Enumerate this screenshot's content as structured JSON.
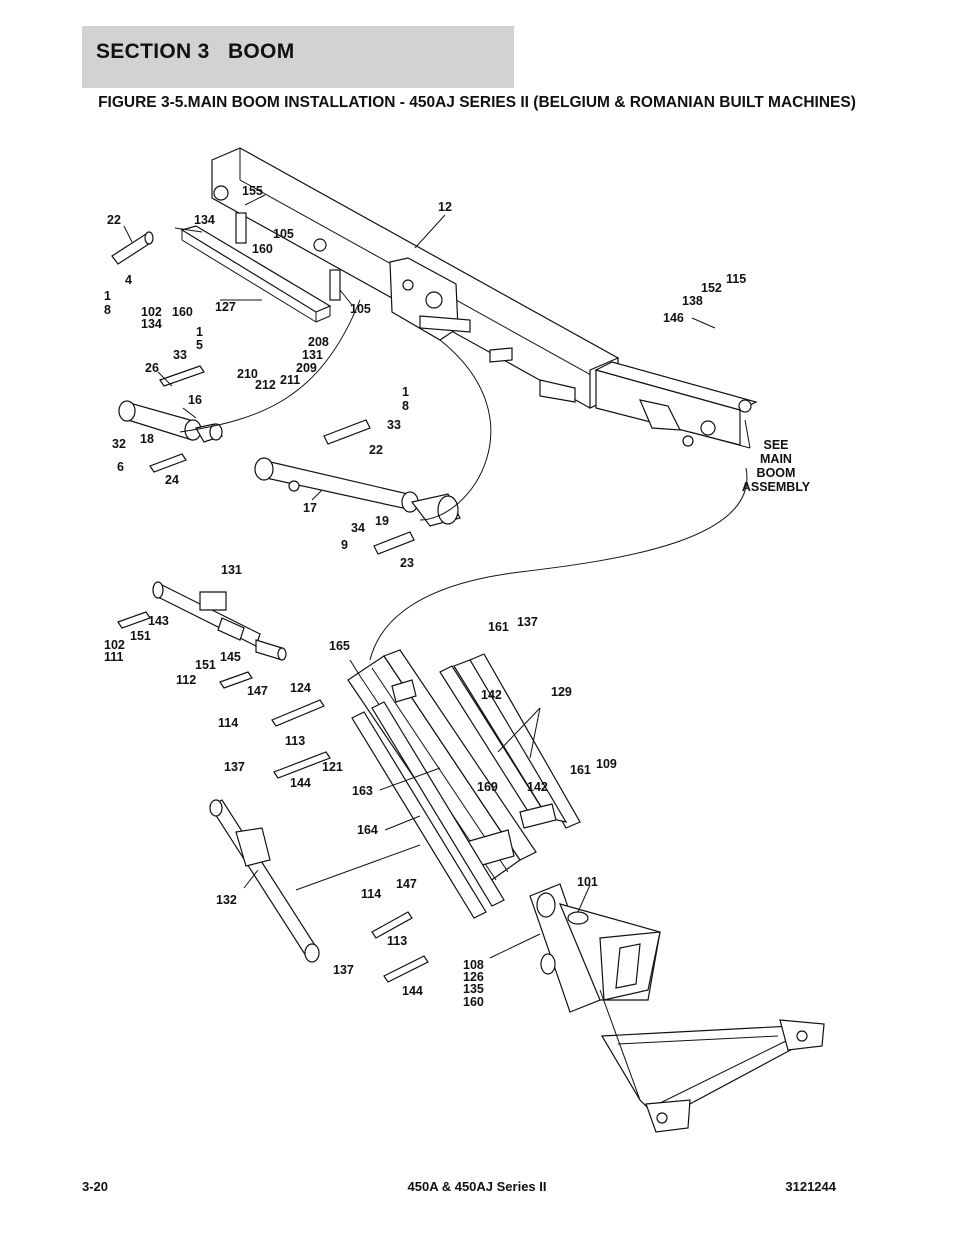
{
  "header": {
    "section_title": "SECTION 3   BOOM",
    "figure_title": "FIGURE 3-5.MAIN BOOM INSTALLATION - 450AJ SERIES II (BELGIUM & ROMANIAN BUILT MACHINES)"
  },
  "callouts": [
    {
      "id": "c12",
      "text": "12"
    },
    {
      "id": "c155",
      "text": "155"
    },
    {
      "id": "c22a",
      "text": "22"
    },
    {
      "id": "c134a",
      "text": "134"
    },
    {
      "id": "c105a",
      "text": "105"
    },
    {
      "id": "c160a",
      "text": "160"
    },
    {
      "id": "c4",
      "text": "4"
    },
    {
      "id": "c1a",
      "text": "1"
    },
    {
      "id": "c8a",
      "text": "8"
    },
    {
      "id": "c102a",
      "text": "102"
    },
    {
      "id": "c134b",
      "text": "134"
    },
    {
      "id": "c160b",
      "text": "160"
    },
    {
      "id": "c127",
      "text": "127"
    },
    {
      "id": "c105b",
      "text": "105"
    },
    {
      "id": "c1b",
      "text": "1"
    },
    {
      "id": "c5",
      "text": "5"
    },
    {
      "id": "c33a",
      "text": "33"
    },
    {
      "id": "c208",
      "text": "208"
    },
    {
      "id": "c131a",
      "text": "131"
    },
    {
      "id": "c209",
      "text": "209"
    },
    {
      "id": "c26",
      "text": "26"
    },
    {
      "id": "c210",
      "text": "210"
    },
    {
      "id": "c212",
      "text": "212"
    },
    {
      "id": "c211",
      "text": "211"
    },
    {
      "id": "c115",
      "text": "115"
    },
    {
      "id": "c152",
      "text": "152"
    },
    {
      "id": "c138",
      "text": "138"
    },
    {
      "id": "c146",
      "text": "146"
    },
    {
      "id": "c16",
      "text": "16"
    },
    {
      "id": "c1c",
      "text": "1"
    },
    {
      "id": "c8b",
      "text": "8"
    },
    {
      "id": "c33b",
      "text": "33"
    },
    {
      "id": "c32",
      "text": "32"
    },
    {
      "id": "c18",
      "text": "18"
    },
    {
      "id": "c22b",
      "text": "22"
    },
    {
      "id": "c6",
      "text": "6"
    },
    {
      "id": "c24",
      "text": "24"
    },
    {
      "id": "c17",
      "text": "17"
    },
    {
      "id": "c34",
      "text": "34"
    },
    {
      "id": "c19",
      "text": "19"
    },
    {
      "id": "c9",
      "text": "9"
    },
    {
      "id": "c23",
      "text": "23"
    },
    {
      "id": "c131b",
      "text": "131"
    },
    {
      "id": "c143",
      "text": "143"
    },
    {
      "id": "c151a",
      "text": "151"
    },
    {
      "id": "c102b",
      "text": "102"
    },
    {
      "id": "c111",
      "text": "111"
    },
    {
      "id": "c165",
      "text": "165"
    },
    {
      "id": "c161a",
      "text": "161"
    },
    {
      "id": "c137a",
      "text": "137"
    },
    {
      "id": "c151b",
      "text": "151"
    },
    {
      "id": "c145",
      "text": "145"
    },
    {
      "id": "c112",
      "text": "112"
    },
    {
      "id": "c147a",
      "text": "147"
    },
    {
      "id": "c124",
      "text": "124"
    },
    {
      "id": "c142a",
      "text": "142"
    },
    {
      "id": "c129",
      "text": "129"
    },
    {
      "id": "c114a",
      "text": "114"
    },
    {
      "id": "c113a",
      "text": "113"
    },
    {
      "id": "c137b",
      "text": "137"
    },
    {
      "id": "c121",
      "text": "121"
    },
    {
      "id": "c144a",
      "text": "144"
    },
    {
      "id": "c161b",
      "text": "161"
    },
    {
      "id": "c109",
      "text": "109"
    },
    {
      "id": "c163",
      "text": "163"
    },
    {
      "id": "c169",
      "text": "169"
    },
    {
      "id": "c142b",
      "text": "142"
    },
    {
      "id": "c164",
      "text": "164"
    },
    {
      "id": "c101",
      "text": "101"
    },
    {
      "id": "c147b",
      "text": "147"
    },
    {
      "id": "c114b",
      "text": "114"
    },
    {
      "id": "c132",
      "text": "132"
    },
    {
      "id": "c113b",
      "text": "113"
    },
    {
      "id": "c137c",
      "text": "137"
    },
    {
      "id": "c144b",
      "text": "144"
    },
    {
      "id": "c108",
      "text": "108"
    },
    {
      "id": "c126",
      "text": "126"
    },
    {
      "id": "c135",
      "text": "135"
    },
    {
      "id": "c160c",
      "text": "160"
    }
  ],
  "note": {
    "lines": [
      "SEE",
      "MAIN",
      "BOOM",
      "ASSEMBLY"
    ]
  },
  "footer": {
    "page": "3-20",
    "model": "450A & 450AJ Series II",
    "part_number": "3121244"
  }
}
